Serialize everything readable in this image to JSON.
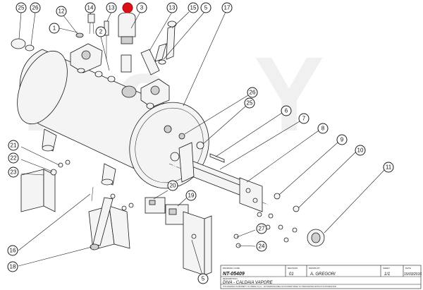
{
  "callouts": [
    {
      "label": "25",
      "active": false
    },
    {
      "label": "26",
      "active": false
    },
    {
      "label": "12",
      "active": false
    },
    {
      "label": "14",
      "active": false
    },
    {
      "label": "13",
      "active": false
    },
    {
      "label": "",
      "active": true
    },
    {
      "label": "3",
      "active": false
    },
    {
      "label": "13",
      "active": false
    },
    {
      "label": "15",
      "active": false
    },
    {
      "label": "5",
      "active": false
    },
    {
      "label": "17",
      "active": false
    },
    {
      "label": "1",
      "active": false
    },
    {
      "label": "2",
      "active": false
    },
    {
      "label": "26",
      "active": false
    },
    {
      "label": "25",
      "active": false
    },
    {
      "label": "6",
      "active": false
    },
    {
      "label": "7",
      "active": false
    },
    {
      "label": "8",
      "active": false
    },
    {
      "label": "9",
      "active": false
    },
    {
      "label": "10",
      "active": false
    },
    {
      "label": "11",
      "active": false
    },
    {
      "label": "21",
      "active": false
    },
    {
      "label": "22",
      "active": false
    },
    {
      "label": "23",
      "active": false
    },
    {
      "label": "20",
      "active": false
    },
    {
      "label": "19",
      "active": false
    },
    {
      "label": "27",
      "active": false
    },
    {
      "label": "24",
      "active": false
    },
    {
      "label": "16",
      "active": false
    },
    {
      "label": "18",
      "active": false
    },
    {
      "label": "5",
      "active": false
    }
  ],
  "watermark": {
    "line1": "ma",
    "line2": "Y"
  },
  "title_block": {
    "drawing_code_label": "DRAWING CODE",
    "drawing_code": "NT-05409",
    "revision_label": "REVISION",
    "revision": "01",
    "drawn_by_label": "DRAWN BY",
    "drawn_by": "A. GREGORI",
    "sheet_label": "SHEET",
    "sheet": "1/1",
    "date_label": "DATE",
    "date": "15/03/2016",
    "description_label": "DESCRIPTION",
    "description": "DIVA - CALDAIA VAPORE",
    "fine_print": "THIS DRAWING IS PROPERTY OF CIMBALI S.p.A. - NOT REPRODUCIBLE OR TRANSMITTABLE TO THIRD PARTIES WITHOUT AUTHORISATION"
  }
}
